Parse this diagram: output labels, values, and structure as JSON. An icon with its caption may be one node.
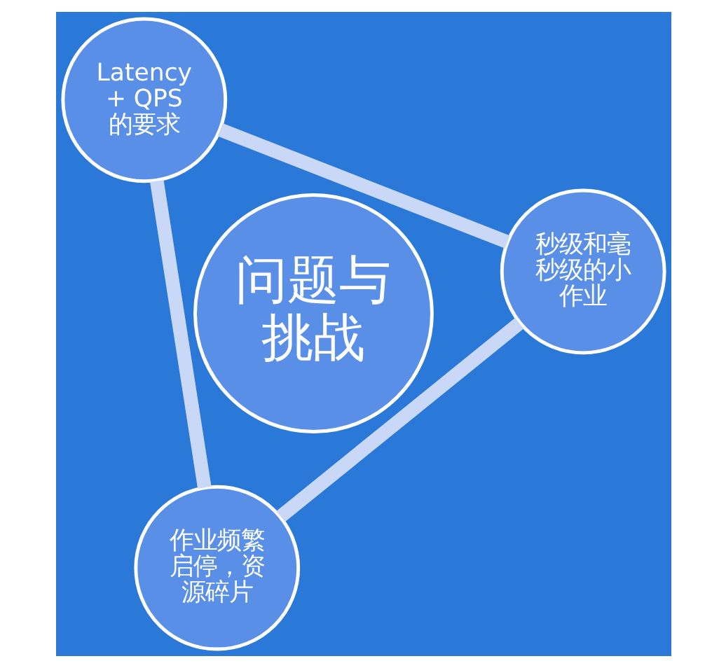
{
  "diagram": {
    "nodes": [
      {
        "text": [
          "问题与挑战"
        ]
      },
      {
        "text": [
          "秒级和毫秒级的小作业"
        ]
      },
      {
        "text": [
          "作业频繁启停，资源碎片"
        ]
      },
      {
        "text": [
          "Latency + QPS 的要求"
        ]
      }
    ],
    "edges": [
      {
        "from": 1,
        "to": 2,
        "arrow": "none"
      },
      {
        "from": 2,
        "to": 3,
        "arrow": "none"
      },
      {
        "from": 3,
        "to": 1,
        "arrow": "none"
      }
    ]
  }
}
